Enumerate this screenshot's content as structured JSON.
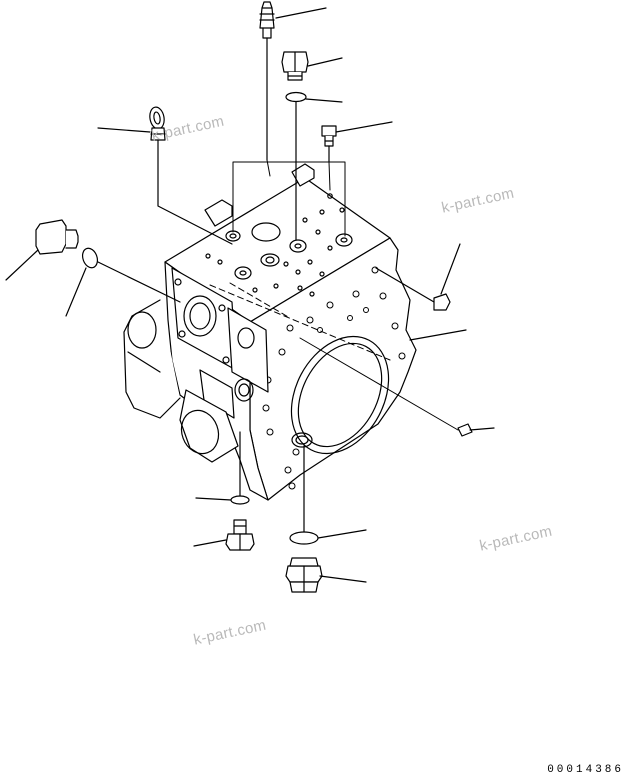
{
  "watermarks": [
    "k-part.com",
    "k-part.com",
    "k-part.com",
    "k-part.com"
  ],
  "drawing_id": "00014386"
}
